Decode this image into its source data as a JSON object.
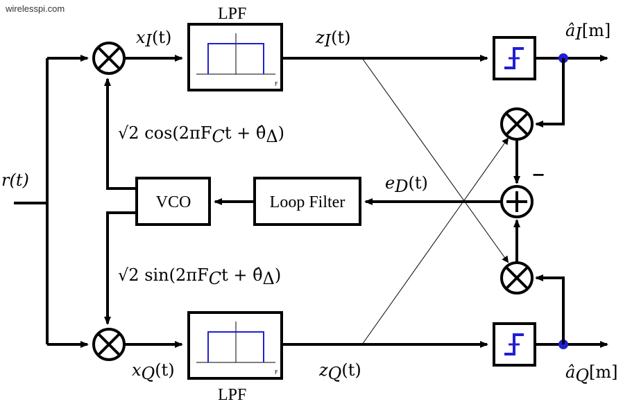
{
  "watermark": "wirelesspi.com",
  "labels": {
    "input": "r(t)",
    "x_i": "x",
    "x_i_sub": "I",
    "x_i_arg": "(t)",
    "x_q": "x",
    "x_q_sub": "Q",
    "x_q_arg": "(t)",
    "z_i": "z",
    "z_i_sub": "I",
    "z_i_arg": "(t)",
    "z_q": "z",
    "z_q_sub": "Q",
    "z_q_arg": "(t)",
    "a_i": "â",
    "a_i_sub": "I",
    "a_i_arg": "[m]",
    "a_q": "â",
    "a_q_sub": "Q",
    "a_q_arg": "[m]",
    "e_d": "e",
    "e_d_sub": "D",
    "e_d_arg": "(t)",
    "cos_expr": "√2 cos(2πF",
    "cos_sub": "C",
    "cos_rest": "t + θ̂",
    "cos_delta": "Δ",
    "cos_close": ")",
    "sin_expr": "√2 sin(2πF",
    "sin_sub": "C",
    "sin_rest": "t + θ̂",
    "sin_delta": "Δ",
    "sin_close": ")",
    "minus": "−"
  },
  "blocks": {
    "lpf_top_title": "LPF",
    "lpf_bottom_title": "LPF",
    "lpf_corner": "F",
    "vco": "VCO",
    "loop_filter": "Loop Filter"
  },
  "colors": {
    "accent_blue": "#1f1fd0",
    "line": "#000000"
  }
}
